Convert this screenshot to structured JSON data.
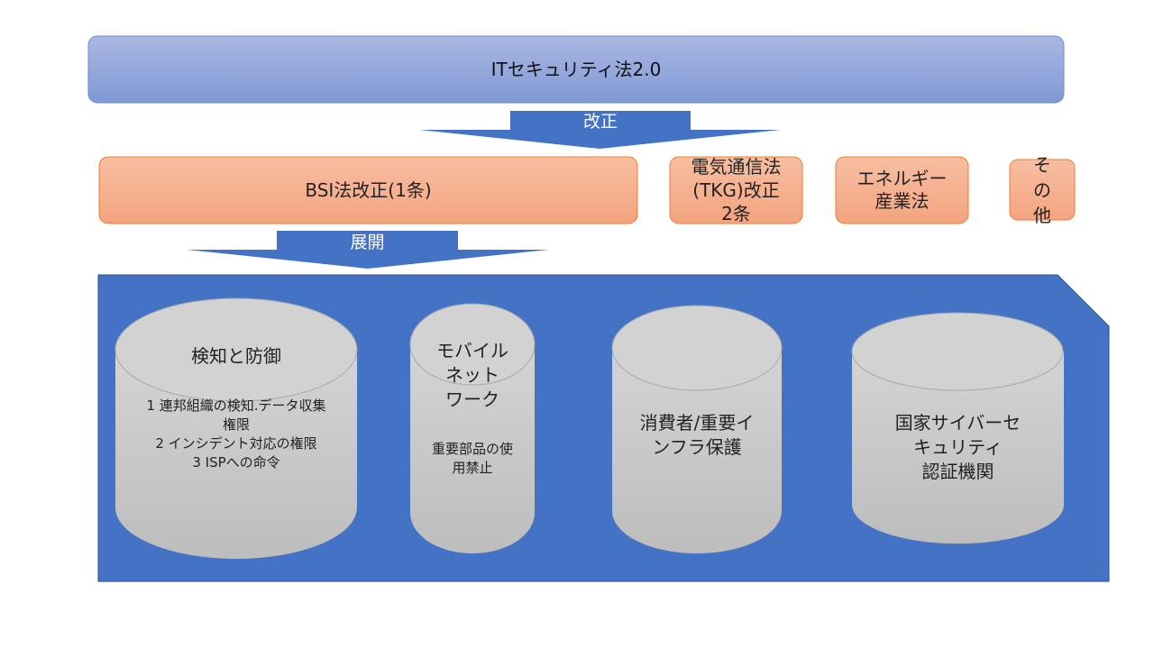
{
  "title": "ITセキュリティ法2.0",
  "arrows": {
    "amend": "改正",
    "expand": "展開"
  },
  "laws": [
    {
      "label": "BSI法改正(1条)"
    },
    {
      "label": "電気通信法\n(TKG)改正\n2条"
    },
    {
      "label": "エネルギー\n産業法"
    },
    {
      "label": "そ\nの\n他"
    }
  ],
  "pillars": [
    {
      "title": "検知と防御",
      "body": "1 連邦組織の検知.データ収集\n権限\n2 インシデント対応の権限\n3 ISPへの命令"
    },
    {
      "title": "モバイル\nネット\nワーク",
      "body": "重要部品の使\n用禁止"
    },
    {
      "title": "消費者/重要イ\nンフラ保護",
      "body": ""
    },
    {
      "title": "国家サイバーセ\nキュリティ\n認証機関",
      "body": ""
    }
  ],
  "colors": {
    "title_fill": "#8fa6dc",
    "orange_fill": "#f5ae8c",
    "orange_border": "#ed7d31",
    "blue": "#4472c4",
    "cylinder": "#c8c8c8"
  }
}
